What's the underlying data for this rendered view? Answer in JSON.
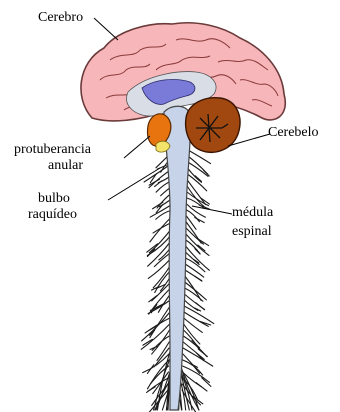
{
  "labels": {
    "cerebro": "Cerebro",
    "protuberancia": [
      "protuberancia",
      "anular"
    ],
    "bulbo": [
      "bulbo",
      "raquídeo"
    ],
    "cerebelo": "Cerebelo",
    "medula": [
      "médula",
      "espinal"
    ]
  },
  "colors": {
    "cerebrum": "#f7b6b9",
    "cerebrum_outline": "#6b3a3a",
    "ventricle_inner": "#7a7ad8",
    "ventricle_outer": "#d9dde6",
    "cerebellum": "#a0480f",
    "pons": "#e8740f",
    "medulla": "#f3e36a",
    "spinal_cord": "#c6d3e8",
    "nerves": "#1a1a1a"
  }
}
